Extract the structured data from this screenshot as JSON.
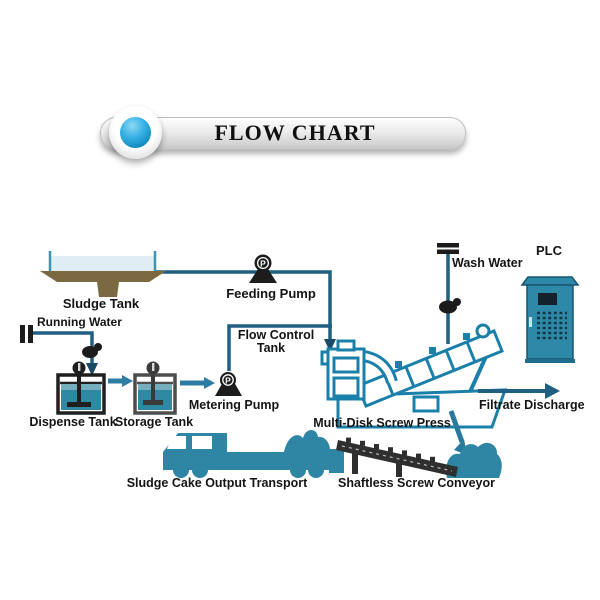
{
  "banner": {
    "title": "FLOW CHART"
  },
  "diagram": {
    "pump_symbol": "P",
    "nodes": {
      "sludge_tank": {
        "label": "Sludge Tank"
      },
      "feeding_pump": {
        "label": "Feeding Pump"
      },
      "running_water": {
        "label": "Running Water"
      },
      "flow_control_tank": {
        "label_line1": "Flow Control",
        "label_line2": "Tank"
      },
      "dispense_tank": {
        "label": "Dispense Tank"
      },
      "storage_tank": {
        "label": "Storage Tank"
      },
      "metering_pump": {
        "label": "Metering Pump"
      },
      "multi_disk_screw_press": {
        "label": "Multi-Disk Screw Press"
      },
      "wash_water": {
        "label": "Wash Water"
      },
      "plc": {
        "label": "PLC"
      },
      "filtrate_discharge": {
        "label": "Filtrate Discharge"
      },
      "sludge_cake_output_transport": {
        "label": "Sludge Cake Output Transport"
      },
      "shaftless_screw_conveyor": {
        "label": "Shaftless Screw Conveyor"
      }
    },
    "colors": {
      "machine_teal": "#1a80aa",
      "solid_teal": "#2e86a4",
      "pipe_blue": "#1f5f82",
      "arrow_blue": "#2e7ca3",
      "arrowhead_navy": "#1b4a66",
      "sludge_brown": "#7b6a41",
      "water_pale": "#dfeef5",
      "black": "#1c1c1c"
    }
  }
}
